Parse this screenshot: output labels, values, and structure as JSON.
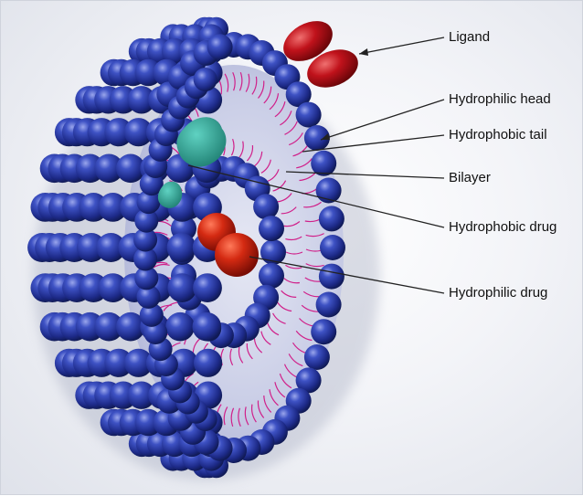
{
  "labels": {
    "ligand": "Ligand",
    "hydrophilic_head": "Hydrophilic head",
    "hydrophobic_tail": "Hydrophobic tail",
    "bilayer": "Bilayer",
    "hydrophobic_drug": "Hydrophobic drug",
    "hydrophilic_drug": "Hydrophilic drug"
  },
  "colors": {
    "head_sphere": "#23349a",
    "head_highlight": "#8a97e0",
    "tail_lines": "#d0208a",
    "interior": "#c9cde6",
    "ligand": "#c0121b",
    "hydrophilic_drug": "#d42a12",
    "hydrophobic_drug": "#2d9c8e",
    "leader_line": "#222222"
  }
}
